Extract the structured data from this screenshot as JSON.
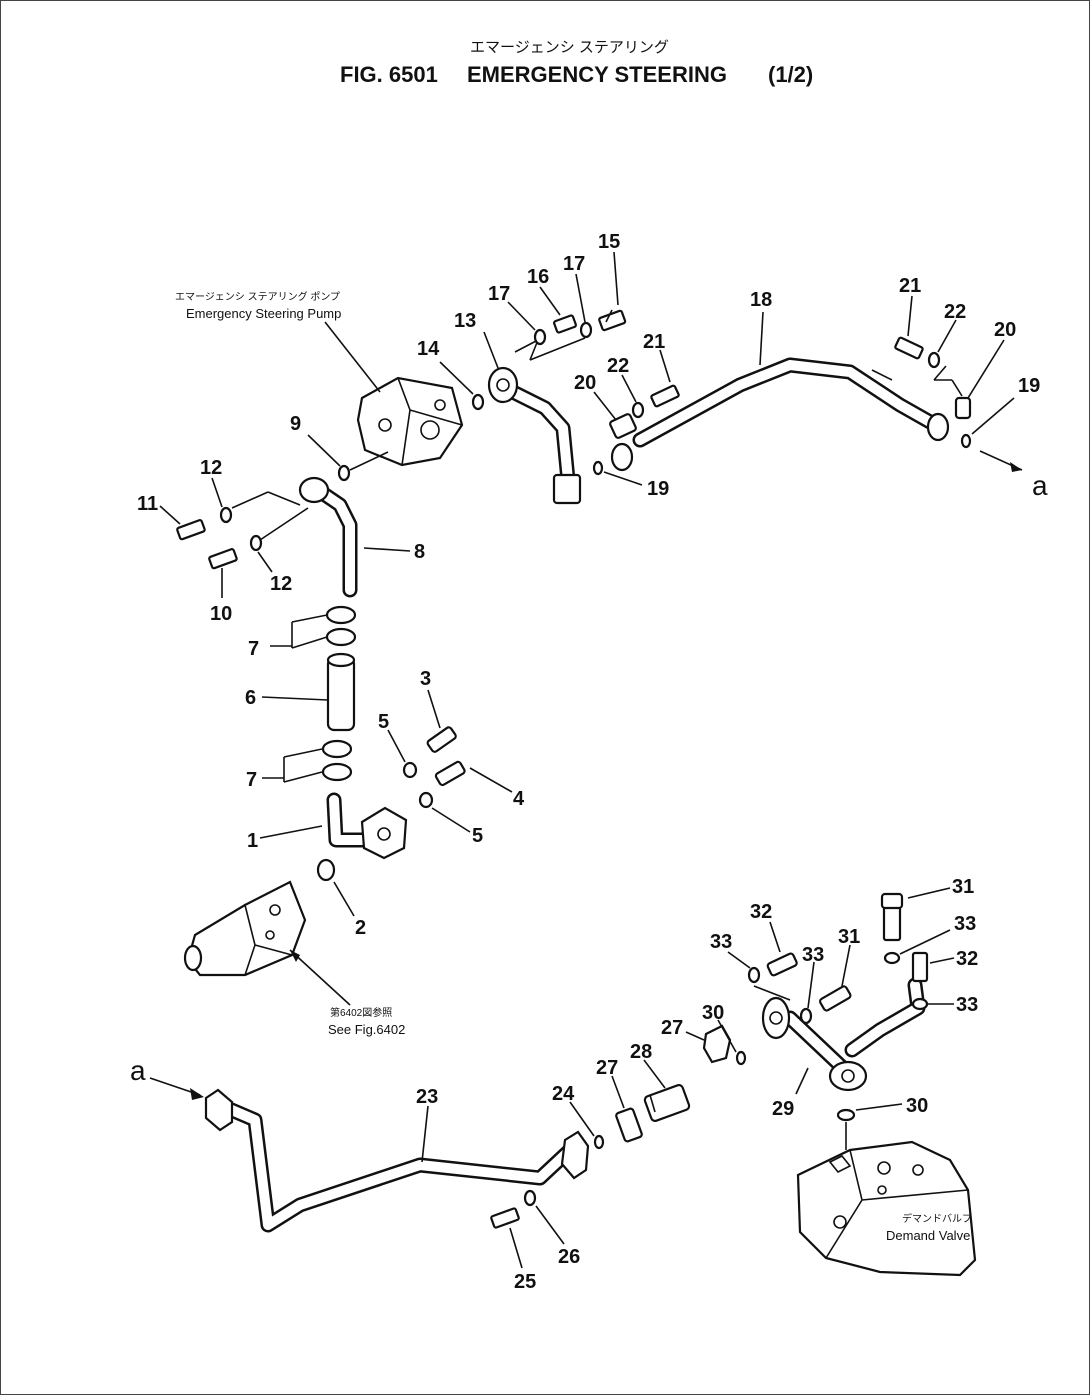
{
  "title": {
    "jp": "エマージェンシ ステアリング",
    "fig": "FIG. 6501",
    "name": "EMERGENCY STEERING",
    "sheet": "(1/2)"
  },
  "callouts": {
    "pump_jp": "エマージェンシ ステアリング ポンプ",
    "pump_en": "Emergency Steering Pump",
    "see_jp": "第6402図参照",
    "see_en": "See Fig.6402",
    "valve_jp": "デマンドバルブ",
    "valve_en": "Demand Valve"
  },
  "connector_label": "a",
  "part_numbers": [
    "1",
    "2",
    "3",
    "4",
    "5",
    "6",
    "7",
    "8",
    "9",
    "10",
    "11",
    "12",
    "13",
    "14",
    "15",
    "16",
    "17",
    "18",
    "19",
    "20",
    "21",
    "22",
    "23",
    "24",
    "25",
    "26",
    "27",
    "28",
    "29",
    "30",
    "31",
    "32",
    "33"
  ],
  "colors": {
    "ink": "#111111",
    "paper": "#ffffff"
  }
}
